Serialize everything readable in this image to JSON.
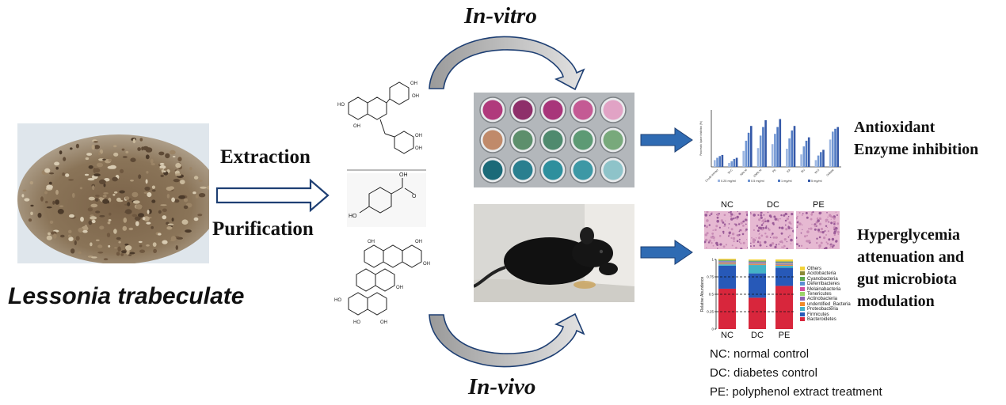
{
  "species_label": "Lessonia trabeculate",
  "process": {
    "extraction": "Extraction",
    "purification": "Purification"
  },
  "routes": {
    "in_vitro": "In-vitro",
    "in_vivo": "In-vivo"
  },
  "outcomes": {
    "antioxidant_line1": "Antioxidant",
    "antioxidant_line2": "Enzyme inhibition",
    "hyper_line1": "Hyperglycemia",
    "hyper_line2": "attenuation and",
    "hyper_line3": "gut microbiota",
    "hyper_line4": "modulation"
  },
  "histology_labels": [
    "NC",
    "DC",
    "PE"
  ],
  "abbreviations": [
    "NC: normal control",
    "DC: diabetes control",
    "PE: polyphenol extract treatment"
  ],
  "colors": {
    "arrow_blue": "#2f6bb3",
    "arrow_outline": "#1e3f73",
    "curve_fill": "#b9b9b9",
    "bar_blue": "#3d67b7"
  },
  "mini_bar_chart": {
    "ylabel": "Pancreatic lipase inhibition (%)",
    "categories": [
      "Crude extract",
      "W-C",
      "70% M",
      "100% M",
      "PE",
      "EA",
      "BU",
      "W-S",
      "Orlistat"
    ],
    "legend": [
      "0.25 mg/ml",
      "0.5 mg/ml",
      "1 mg/ml",
      "5 mg/ml"
    ],
    "series_values": [
      [
        12,
        16,
        19,
        21
      ],
      [
        7,
        10,
        14,
        16
      ],
      [
        28,
        46,
        60,
        72
      ],
      [
        33,
        55,
        70,
        82
      ],
      [
        40,
        58,
        70,
        84
      ],
      [
        32,
        50,
        64,
        72
      ],
      [
        22,
        36,
        46,
        52
      ],
      [
        12,
        20,
        26,
        30
      ],
      [
        48,
        62,
        67,
        70
      ]
    ],
    "ylim": [
      0,
      100
    ]
  },
  "chart_data": {
    "type": "bar",
    "stacked": true,
    "categories": [
      "NC",
      "DC",
      "PE"
    ],
    "ylabel": "Relative Abundance",
    "yticks": [
      "0",
      "0.25",
      "0.5",
      "0.75",
      "1"
    ],
    "ylim": [
      0,
      1
    ],
    "series": [
      {
        "name": "Bacteroidetes",
        "color": "#d8263c",
        "values": [
          0.58,
          0.45,
          0.62
        ]
      },
      {
        "name": "Firmicutes",
        "color": "#2759b8",
        "values": [
          0.33,
          0.35,
          0.26
        ]
      },
      {
        "name": "Proteobacteria",
        "color": "#44b3c7",
        "values": [
          0.02,
          0.12,
          0.03
        ]
      },
      {
        "name": "undentified_Bacteria",
        "color": "#f08a2a",
        "values": [
          0.01,
          0.01,
          0.01
        ]
      },
      {
        "name": "Actinobacteria",
        "color": "#8d62b5",
        "values": [
          0.01,
          0.01,
          0.01
        ]
      },
      {
        "name": "Tenericutes",
        "color": "#9bd36a",
        "values": [
          0.01,
          0.01,
          0.01
        ]
      },
      {
        "name": "Melainabacteria",
        "color": "#d24fa0",
        "values": [
          0.01,
          0.01,
          0.01
        ]
      },
      {
        "name": "Deferribacteres",
        "color": "#5b8fd3",
        "values": [
          0.01,
          0.01,
          0.01
        ]
      },
      {
        "name": "Cyanobacteria",
        "color": "#5aa84d",
        "values": [
          0.01,
          0.01,
          0.01
        ]
      },
      {
        "name": "Acidobacteria",
        "color": "#8a8a35",
        "values": [
          0.005,
          0.005,
          0.005
        ]
      },
      {
        "name": "Others",
        "color": "#f2d33a",
        "values": [
          0.015,
          0.015,
          0.025
        ]
      }
    ]
  }
}
